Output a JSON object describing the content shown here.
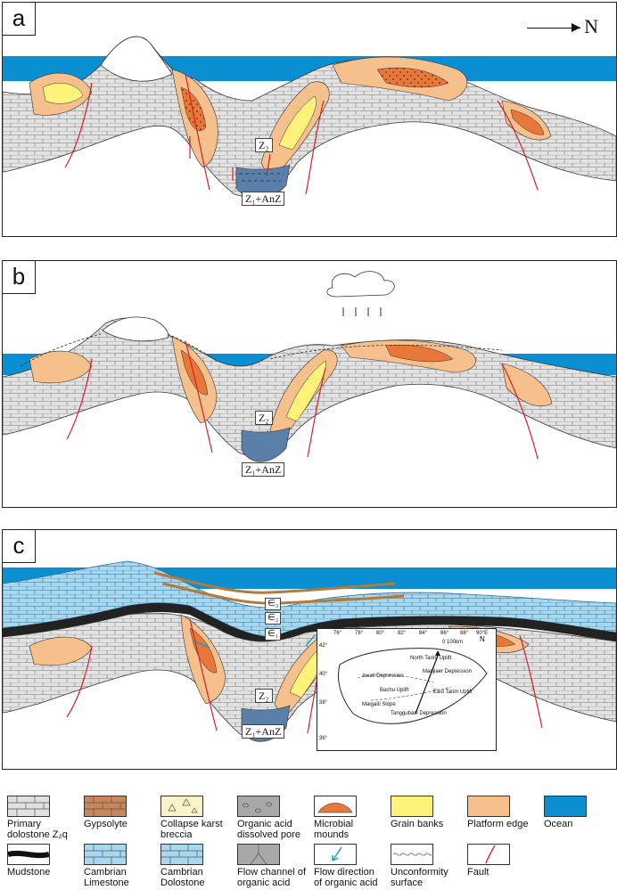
{
  "north_label": "N",
  "panels": [
    {
      "letter": "a",
      "z2_label": "Z₂",
      "z1_label": "Z₁+AnZ"
    },
    {
      "letter": "b",
      "z2_label": "Z₂",
      "z1_label": "Z₁+AnZ"
    },
    {
      "letter": "c",
      "z2_label": "Z₂",
      "z1_label": "Z₁+AnZ",
      "c3": "∈₃",
      "c2": "∈₂",
      "c1": "∈₁"
    }
  ],
  "inset_map": {
    "labels": [
      "North Tarim Uplift",
      "Manjiaer Depression",
      "Awati Depression",
      "Bachu Uplift",
      "East Tarim Uplift",
      "Maigaiti Slope",
      "Tanggubasi Depression"
    ],
    "lon_ticks": [
      "76°",
      "78°",
      "80°",
      "82°",
      "84°",
      "86°",
      "88°",
      "90°E"
    ],
    "lat_ticks": [
      "42°",
      "40°",
      "38°",
      "36°"
    ],
    "scale": "0    100km"
  },
  "legend": [
    {
      "label": "Primary dolostone Z₂q",
      "color": "#e0e0e0",
      "pattern": "brick"
    },
    {
      "label": "Gypsolyte",
      "color": "#c8865a",
      "pattern": "brick"
    },
    {
      "label": "Collapse karst breccia",
      "color": "#fbf3c8",
      "pattern": "triangles"
    },
    {
      "label": "Organic acid dissolved pore",
      "color": "#a8a8a8",
      "pattern": "pores"
    },
    {
      "label": "Microbial mounds",
      "color": "#e8773a",
      "pattern": "mound"
    },
    {
      "label": "Grain banks",
      "color": "#fff27a",
      "pattern": "plain"
    },
    {
      "label": "Platform edge",
      "color": "#f5c08c",
      "pattern": "plain"
    },
    {
      "label": "Ocean",
      "color": "#0a8fd3",
      "pattern": "plain"
    },
    {
      "label": "Mudstone",
      "color": "#ffffff",
      "pattern": "mud"
    },
    {
      "label": "Cambrian Limestone",
      "color": "#a8d8f0",
      "pattern": "brick"
    },
    {
      "label": "Cambrian Dolostone",
      "color": "#a8d8f0",
      "pattern": "brick"
    },
    {
      "label": "Flow channel of organic acid",
      "color": "#a8a8a8",
      "pattern": "channel"
    },
    {
      "label": "Flow direction of organic acid",
      "color": "#ffffff",
      "pattern": "arrow"
    },
    {
      "label": "Unconformity surface",
      "color": "#ffffff",
      "pattern": "wavy"
    },
    {
      "label": "Fault",
      "color": "#ffffff",
      "pattern": "fault"
    }
  ]
}
